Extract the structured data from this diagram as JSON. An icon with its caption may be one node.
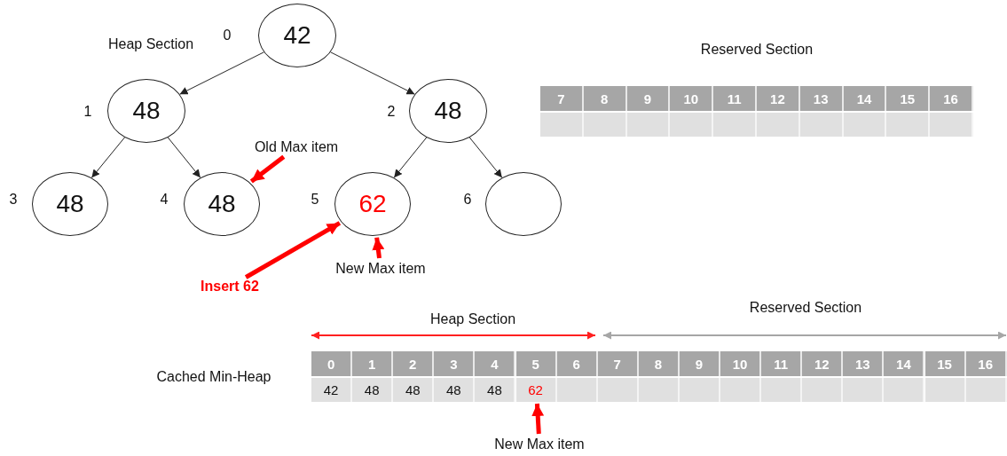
{
  "diagram": {
    "nodes": [
      {
        "text": [
          "42"
        ],
        "beside": [
          "0"
        ]
      },
      {
        "text": [
          "48"
        ],
        "beside": [
          "1"
        ]
      },
      {
        "text": [
          "48"
        ],
        "beside": [
          "2"
        ]
      },
      {
        "text": [
          "48"
        ],
        "beside": [
          "3"
        ]
      },
      {
        "text": [
          "48"
        ],
        "beside": [
          "4"
        ]
      },
      {
        "text": [
          "62"
        ],
        "beside": [
          "5"
        ]
      },
      {
        "text": [],
        "shape": "circle",
        "beside": [
          "6"
        ]
      },
      {
        "text": [
          "Old Max item"
        ]
      },
      {
        "text": [
          "Insert 62"
        ]
      },
      {
        "text": [
          "New Max item"
        ]
      },
      {
        "text": [
          "New Max item"
        ]
      },
      {
        "text": [
          "62"
        ]
      }
    ],
    "edges": [
      {
        "from": 0,
        "to": 1,
        "arrow": "to"
      },
      {
        "from": 0,
        "to": 2,
        "arrow": "to"
      },
      {
        "from": 1,
        "to": 3,
        "arrow": "to"
      },
      {
        "from": 1,
        "to": 4,
        "arrow": "to"
      },
      {
        "from": 2,
        "to": 5,
        "arrow": "to"
      },
      {
        "from": 2,
        "to": 6,
        "arrow": "to"
      },
      {
        "from": 7,
        "to": 4,
        "arrow": "to",
        "style": "thick",
        "color": "#ff0000"
      },
      {
        "from": 8,
        "to": 5,
        "arrow": "to",
        "style": "thick",
        "color": "#ff0000"
      },
      {
        "from": 9,
        "to": 5,
        "arrow": "to",
        "style": "thick",
        "color": "#ff0000"
      },
      {
        "from": 10,
        "to": 11,
        "arrow": "to",
        "style": "thick",
        "color": "#ff0000"
      }
    ],
    "labels": [
      "Heap Section",
      "Reserved Section",
      "7",
      "8",
      "9",
      "10",
      "11",
      "12",
      "13",
      "14",
      "15",
      "16",
      "Heap Section",
      "Reserved Section",
      "Cached Min-Heap",
      "0",
      "1",
      "2",
      "3",
      "4",
      "5",
      "6",
      "7",
      "8",
      "9",
      "10",
      "11",
      "12",
      "13",
      "14",
      "15",
      "16",
      "42",
      "48",
      "48",
      "48",
      "48"
    ]
  }
}
